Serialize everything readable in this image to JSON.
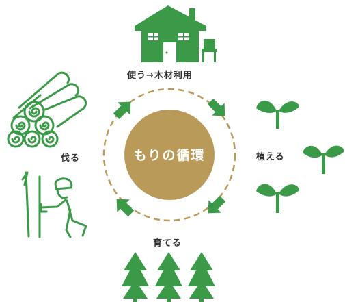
{
  "center": {
    "title": "もりの循環"
  },
  "stages": {
    "use": "使う→木材利用",
    "plant": "植える",
    "grow": "育てる",
    "cut": "伐る"
  },
  "colors": {
    "green": "#3a9a48",
    "gold": "#b99a59",
    "text": "#333333",
    "dash": "#b99a59"
  },
  "icons": [
    "house-icon",
    "chair-icon",
    "sprout-icon",
    "tree-icon",
    "lumberjack-icon",
    "log-pile-icon",
    "arrow-icon"
  ]
}
